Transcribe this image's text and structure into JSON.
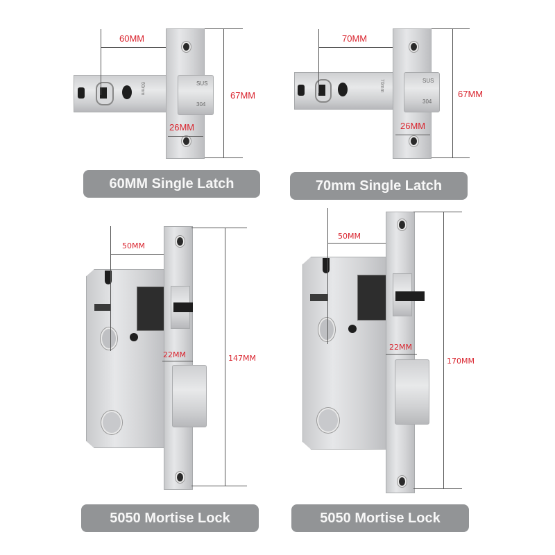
{
  "panels": [
    {
      "id": "latch-60",
      "caption": "60MM Single Latch",
      "dimensions": {
        "backset": "60MM",
        "faceplate_height": "67MM",
        "faceplate_width": "26MM"
      },
      "faceplate_marking": "60mm",
      "bolt_markings": [
        "SUS",
        "304"
      ]
    },
    {
      "id": "latch-70",
      "caption": "70mm Single Latch",
      "dimensions": {
        "backset": "70MM",
        "faceplate_height": "67MM",
        "faceplate_width": "26MM"
      },
      "faceplate_marking": "70mm",
      "bolt_markings": [
        "SUS",
        "304"
      ]
    },
    {
      "id": "mortise-147",
      "caption": "5050 Mortise Lock",
      "dimensions": {
        "backset": "50MM",
        "faceplate_height": "147MM",
        "latch_width": "22MM"
      }
    },
    {
      "id": "mortise-170",
      "caption": "5050 Mortise Lock",
      "dimensions": {
        "backset": "50MM",
        "faceplate_height": "170MM",
        "latch_width": "22MM"
      }
    }
  ],
  "colors": {
    "dimension_text": "#d9232d",
    "caption_bg": "#929496",
    "caption_text": "#f7f7f7"
  }
}
